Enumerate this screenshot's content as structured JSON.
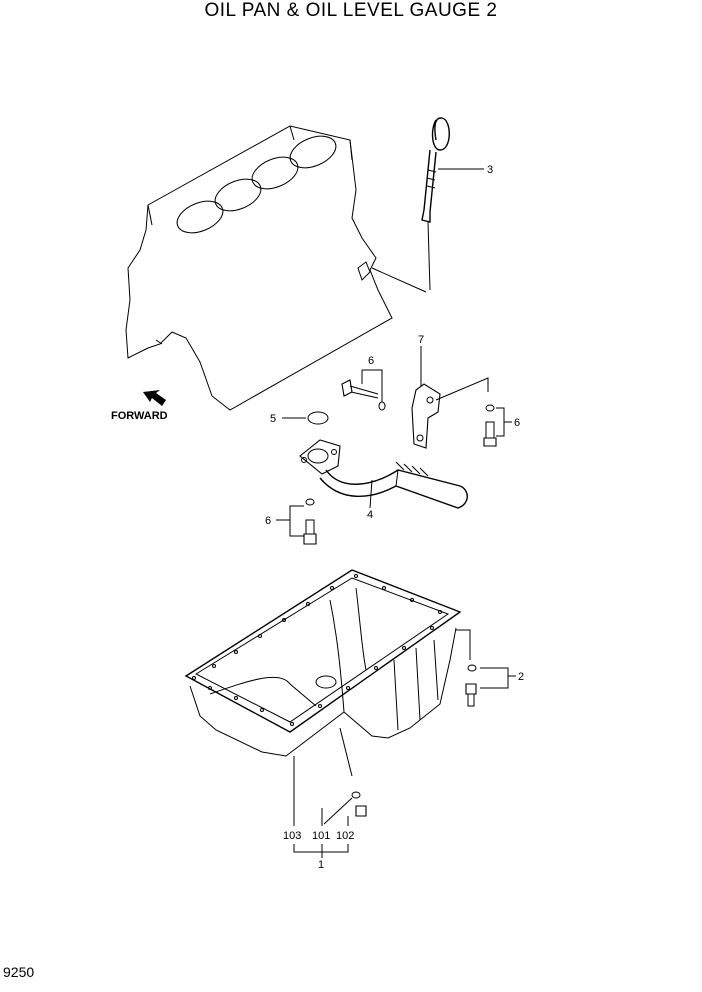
{
  "title": "OIL PAN & OIL LEVEL GAUGE 2",
  "page_code": "9250",
  "forward_label": "FORWARD",
  "callouts": {
    "c1": "1",
    "c2": "2",
    "c3": "3",
    "c4": "4",
    "c5": "5",
    "c6a": "6",
    "c6b": "6",
    "c6c": "6",
    "c7": "7",
    "c101": "101",
    "c102": "102",
    "c103": "103"
  }
}
